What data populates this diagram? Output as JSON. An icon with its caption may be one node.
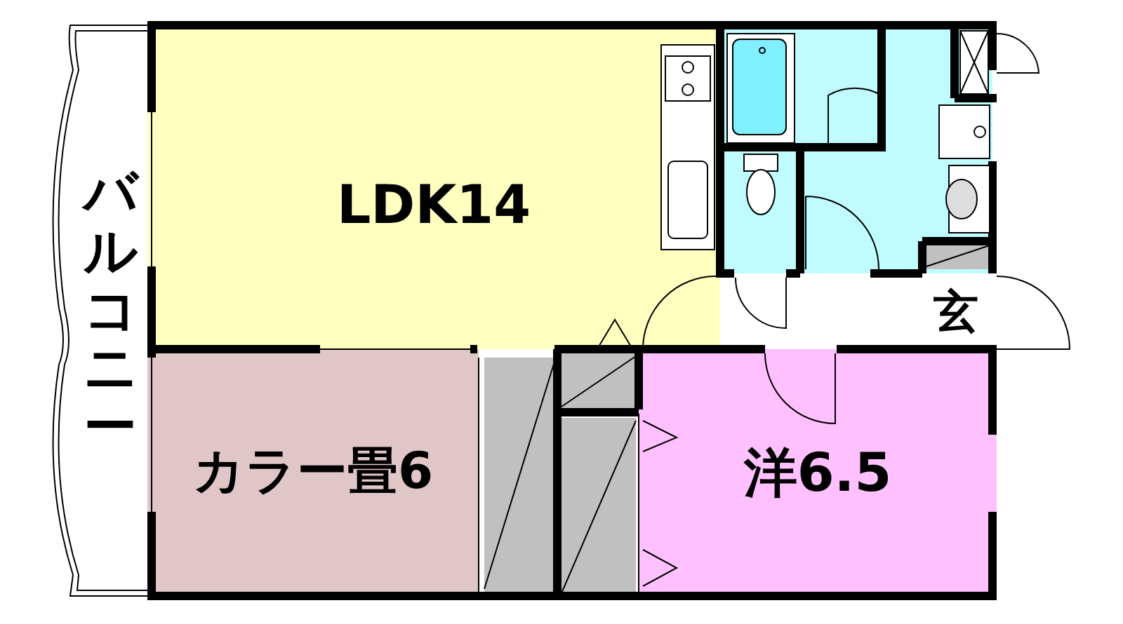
{
  "diagram": {
    "nodes": [
      {
        "text": [
          "バルコニー"
        ]
      },
      {
        "text": [
          "LDK14"
        ]
      },
      {
        "text": [
          "カラー畳6"
        ]
      },
      {
        "text": [
          "洋6.5"
        ]
      },
      {
        "text": [
          "玄"
        ]
      }
    ]
  }
}
